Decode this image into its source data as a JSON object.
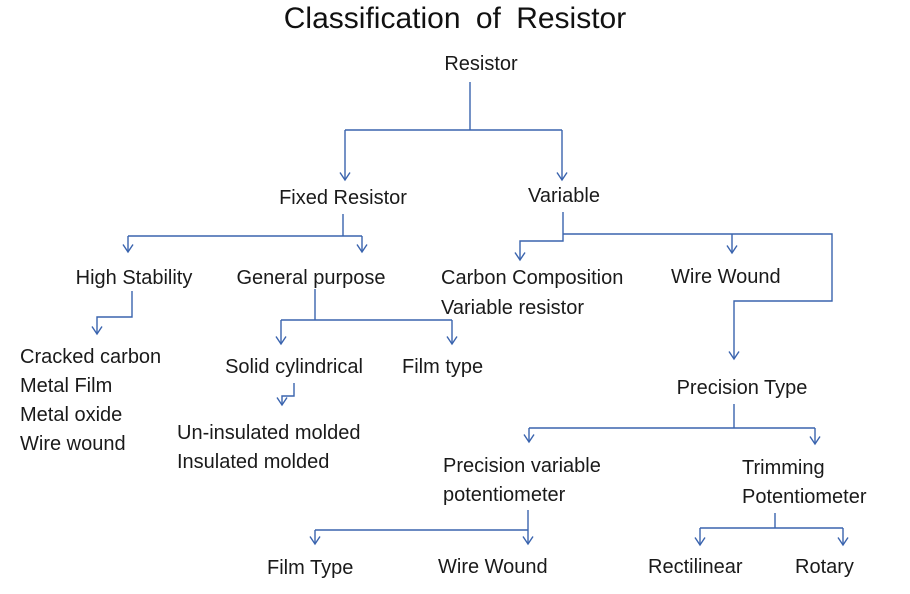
{
  "title": "Classification of Resistor",
  "colors": {
    "connector": "#3A64AE",
    "text": "#1A1A1A",
    "background": "#FFFFFF"
  },
  "nodes": {
    "resistor": "Resistor",
    "fixed_resistor": "Fixed Resistor",
    "variable": "Variable",
    "high_stability": "High Stability",
    "general_purpose": "General purpose",
    "carbon_composition": {
      "line1": "Carbon Composition",
      "line2": "Variable resistor"
    },
    "wire_wound_variable": "Wire Wound",
    "high_stability_types": [
      "Cracked carbon",
      "Metal Film",
      "Metal oxide",
      "Wire wound"
    ],
    "solid_cylindrical": "Solid cylindrical",
    "film_type_general": "Film type",
    "molded_types": [
      "Un-insulated molded",
      "Insulated molded"
    ],
    "precision_type": "Precision Type",
    "precision_variable_potentiometer": {
      "line1": "Precision variable",
      "line2": "potentiometer"
    },
    "trimming_potentiometer": {
      "line1": "Trimming",
      "line2": "Potentiometer"
    },
    "film_type_precision": "Film Type",
    "wire_wound_precision": "Wire Wound",
    "rectilinear": "Rectilinear",
    "rotary": "Rotary"
  }
}
